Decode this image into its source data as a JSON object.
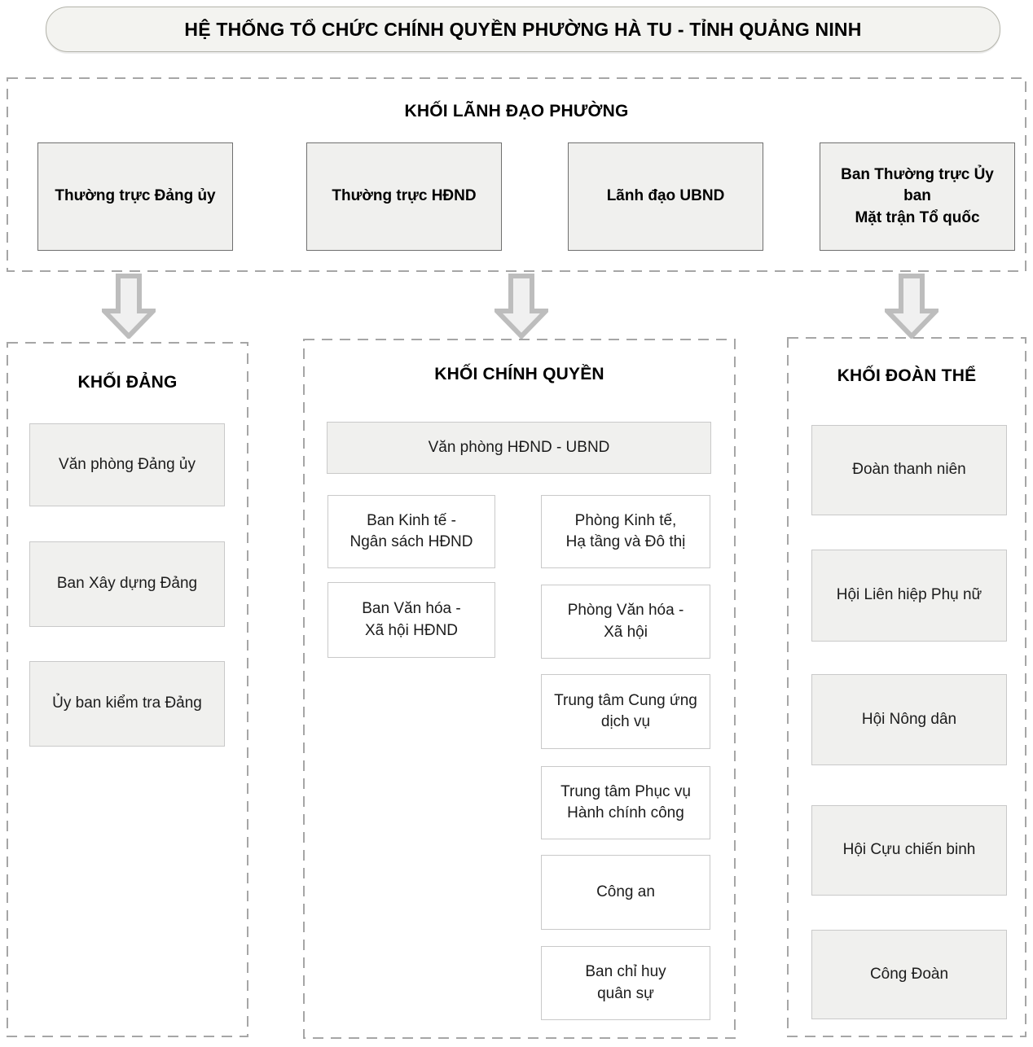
{
  "title": "HỆ THỐNG TỔ CHỨC CHÍNH QUYỀN PHƯỜNG HÀ TU - TỈNH QUẢNG NINH",
  "colors": {
    "banner_fill": "#f3f3f0",
    "banner_border": "#b3b3aa",
    "dashed_border": "#a6a6a6",
    "leadership_box_fill": "#f0f0ee",
    "leadership_box_border": "#6f6f6f",
    "gray_box_fill": "#f0f0ee",
    "light_box_border": "#c9c9c9",
    "white_box_fill": "#ffffff",
    "arrow_fill": "#f0f0f0",
    "arrow_stroke": "#bdbdbd",
    "text": "#111111"
  },
  "leadership": {
    "header": "KHỐI LÃNH ĐẠO PHƯỜNG",
    "boxes": [
      "Thường trực Đảng ủy",
      "Thường trực HĐND",
      "Lãnh đạo UBND",
      "Ban Thường trực Ủy ban\nMặt trận Tổ quốc"
    ]
  },
  "party_block": {
    "header": "KHỐI ĐẢNG",
    "boxes": [
      "Văn phòng Đảng ủy",
      "Ban Xây dựng Đảng",
      "Ủy ban kiểm tra Đảng"
    ]
  },
  "government_block": {
    "header": "KHỐI CHÍNH QUYỀN",
    "office_box": "Văn phòng HĐND - UBND",
    "council_boxes": [
      "Ban Kinh tế -\nNgân sách HĐND",
      "Ban Văn hóa -\nXã hội HĐND"
    ],
    "department_boxes": [
      "Phòng Kinh tế,\nHạ tầng và Đô thị",
      "Phòng Văn hóa -\nXã hội",
      "Trung tâm Cung ứng\ndịch vụ",
      "Trung tâm Phục vụ\nHành chính công",
      "Công an",
      "Ban chỉ huy\nquân sự"
    ]
  },
  "mass_block": {
    "header": "KHỐI ĐOÀN THỂ",
    "boxes": [
      "Đoàn thanh niên",
      "Hội Liên hiệp Phụ nữ",
      "Hội Nông dân",
      "Hội Cựu chiến binh",
      "Công Đoàn"
    ]
  }
}
